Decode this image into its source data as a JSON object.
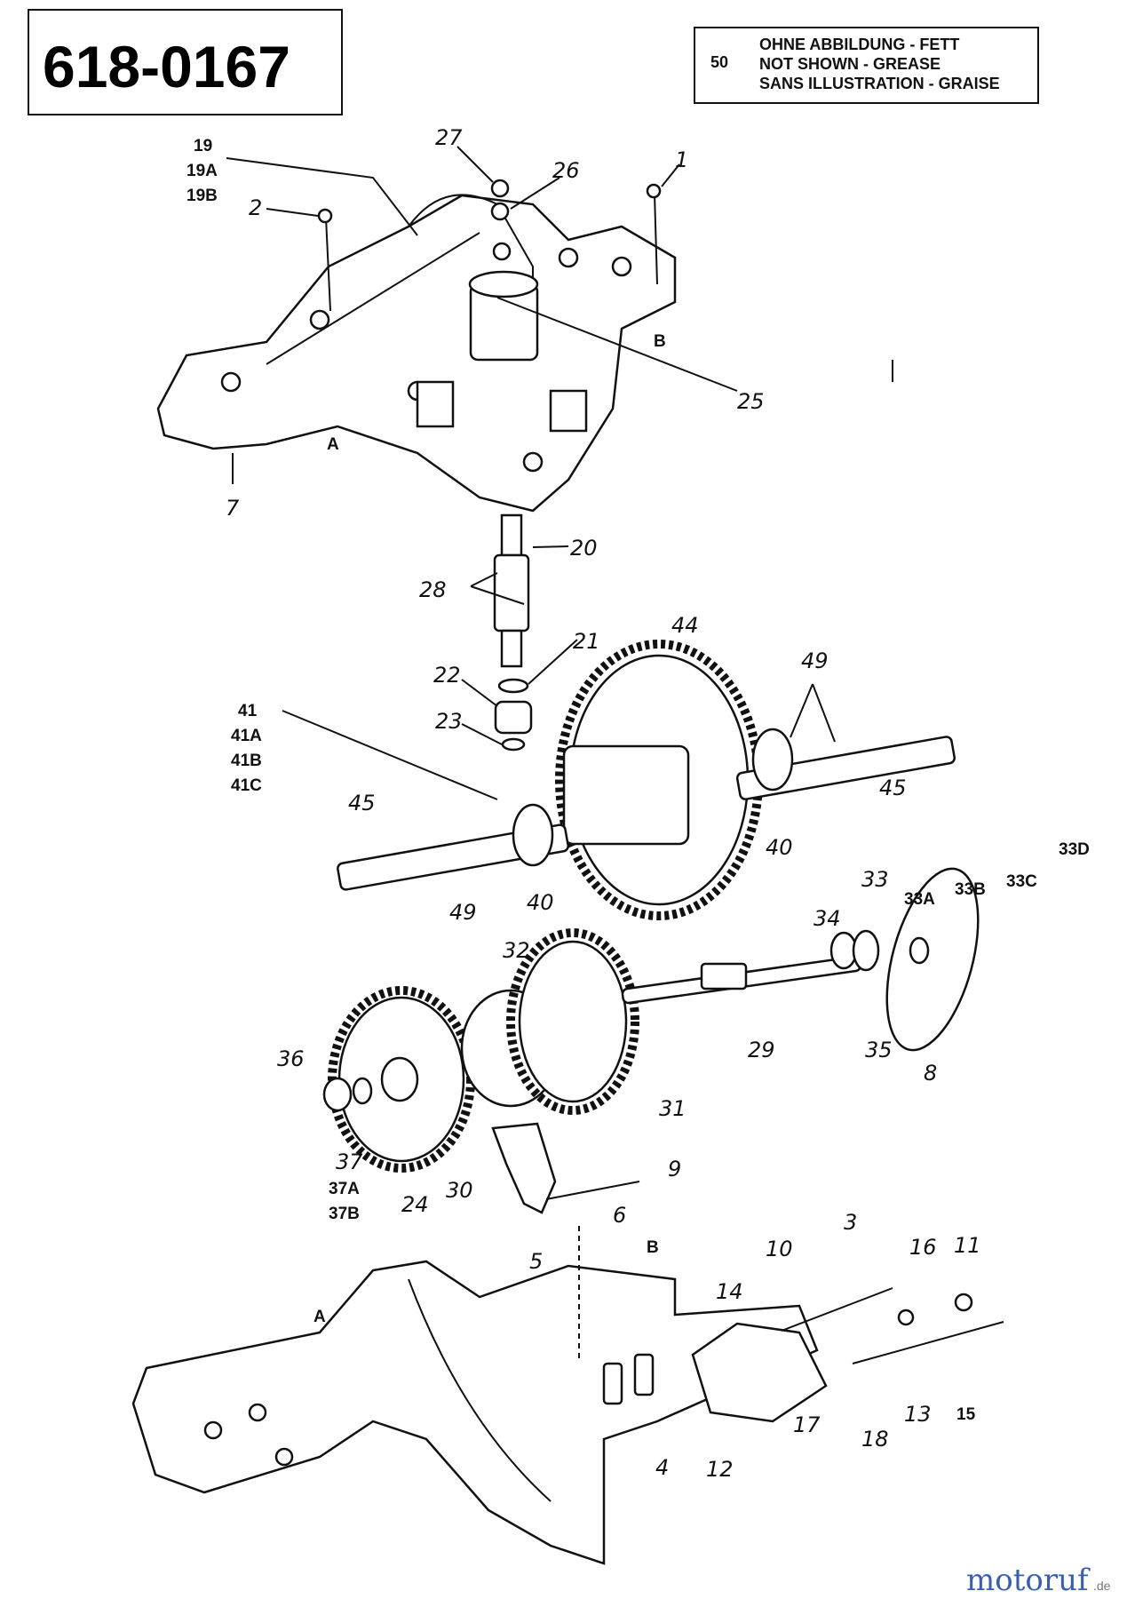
{
  "title": "618-0167",
  "note": {
    "number": "50",
    "lines": [
      "OHNE ABBILDUNG - FETT",
      "NOT SHOWN - GREASE",
      "SANS ILLUSTRATION - GRAISE"
    ]
  },
  "labels": {
    "p1": "1",
    "p2": "2",
    "p3": "3",
    "p4": "4",
    "p5": "5",
    "p6": "6",
    "p7": "7",
    "p8": "8",
    "p9": "9",
    "p10": "10",
    "p11": "11",
    "p12": "12",
    "p13": "13",
    "p14": "14",
    "p15": "15",
    "p16": "16",
    "p17": "17",
    "p18": "18",
    "p19": "19",
    "p19a": "19A",
    "p19b": "19B",
    "p20": "20",
    "p21": "21",
    "p22": "22",
    "p23": "23",
    "p24": "24",
    "p25": "25",
    "p26": "26",
    "p27": "27",
    "p28": "28",
    "p29": "29",
    "p30": "30",
    "p31": "31",
    "p32": "32",
    "p33": "33",
    "p33a": "33A",
    "p33b": "33B",
    "p33c": "33C",
    "p33d": "33D",
    "p34": "34",
    "p35": "35",
    "p36": "36",
    "p37": "37",
    "p37a": "37A",
    "p37b": "37B",
    "p40": "40",
    "p41": "41",
    "p41a": "41A",
    "p41b": "41B",
    "p41c": "41C",
    "p44": "44",
    "p45": "45",
    "p49": "49",
    "A": "A",
    "B": "B"
  },
  "watermark": {
    "main": "motoruf",
    "suffix": ".de"
  }
}
